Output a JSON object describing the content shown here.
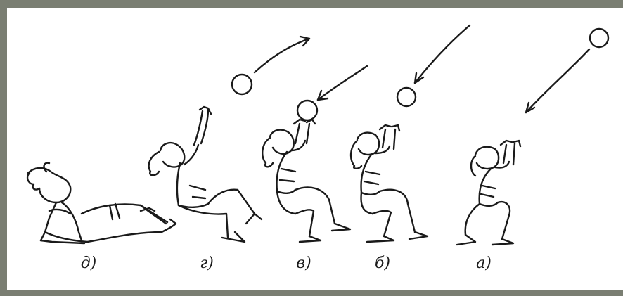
{
  "background_color": "#7a7e72",
  "sheet_color": "#ffffff",
  "ink_color": "#1a1a1a",
  "figures": [
    {
      "label": "д)"
    },
    {
      "label": "г)"
    },
    {
      "label": "в)"
    },
    {
      "label": "б)"
    },
    {
      "label": "а)"
    }
  ]
}
